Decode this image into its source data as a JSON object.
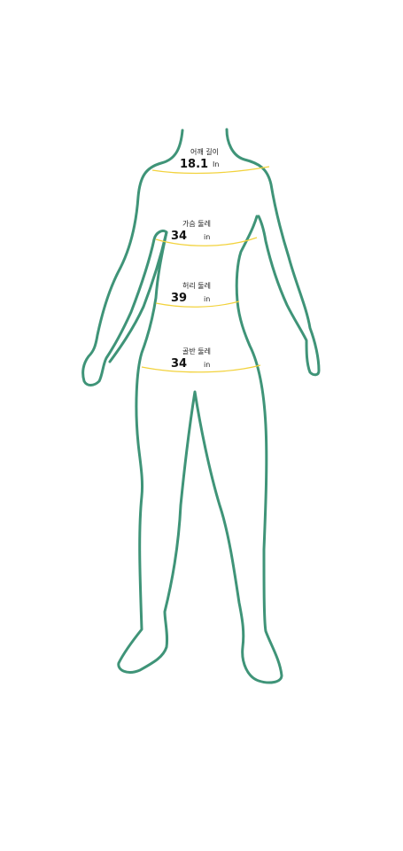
{
  "colors": {
    "body_outline": "#3f9478",
    "measure_line": "#f2d23c",
    "text": "#111111"
  },
  "measurements": {
    "shoulder": {
      "label": "어깨 길이",
      "value": "18.1",
      "unit": "In"
    },
    "chest": {
      "label": "가슴 둘레",
      "value": "34",
      "unit": "in"
    },
    "waist": {
      "label": "허리 둘레",
      "value": "39",
      "unit": "in"
    },
    "hip": {
      "label": "골반 둘레",
      "value": "34",
      "unit": "in"
    }
  }
}
